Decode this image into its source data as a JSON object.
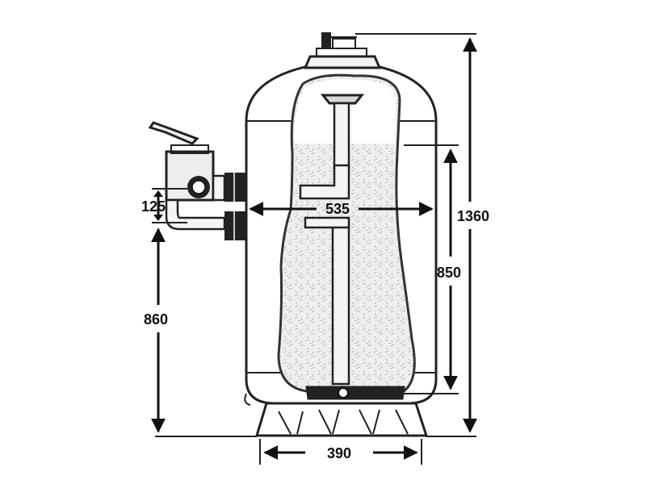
{
  "dimensions": {
    "total_height": "1360",
    "media_height": "850",
    "tank_width": "535",
    "connection_height": "860",
    "connection_spacing": "125",
    "base_width": "390"
  },
  "colors": {
    "line": "#111111",
    "media_fill": "#ededed",
    "tank_fill": "#ffffff"
  }
}
